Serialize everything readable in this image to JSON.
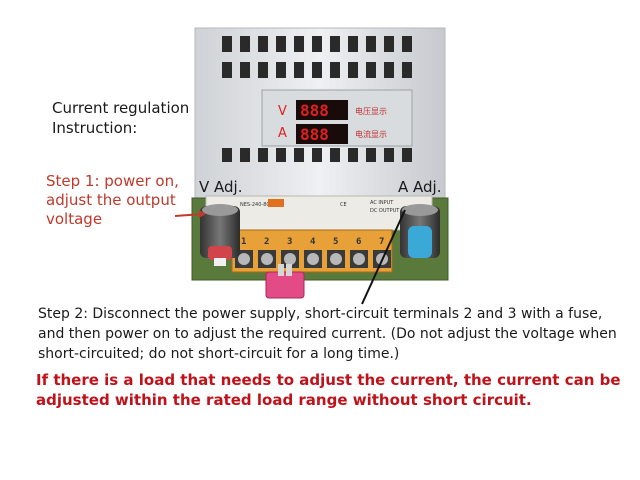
{
  "labels": {
    "title": "Current regulation\nInstruction:",
    "step1": "Step 1: power on,\nadjust the output\nvoltage",
    "v_adj": "V Adj.",
    "a_adj": "A Adj.",
    "step2": "Step 2: Disconnect the power supply, short-circuit terminals 2 and 3 with a fuse, and then power on to adjust the required current. (Do not adjust the voltage when short-circuited; do not short-circuit for a long time.)",
    "note": "If there is a load that needs to adjust the current, the current can be adjusted within the rated load range without short circuit."
  },
  "device": {
    "display_v_letter": "V",
    "display_a_letter": "A",
    "display_v_caption": "电压显示",
    "display_a_caption": "电流显示",
    "model_label": "NES-240-80",
    "terminal_numbers": [
      "1",
      "2",
      "3",
      "4",
      "5",
      "6",
      "7"
    ]
  },
  "colors": {
    "step1_text": "#c0392b",
    "warning_text": "#c0121a",
    "display_red": "#e02020",
    "terminal_orange": "#e8a038",
    "knob_red": "#d0444a",
    "knob_blue": "#3aa9d8",
    "fuse_pink": "#e24b86"
  }
}
